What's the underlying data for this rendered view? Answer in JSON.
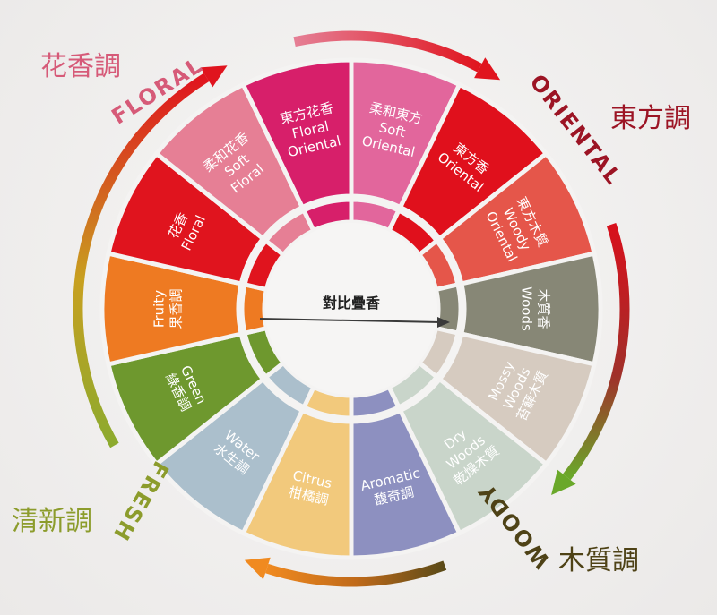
{
  "center": {
    "label": "對比疊香"
  },
  "categories": [
    {
      "en": "FLORAL",
      "zh": "花香調",
      "color": "#d65a78"
    },
    {
      "en": "ORIENTAL",
      "zh": "東方調",
      "color": "#9c1424"
    },
    {
      "en": "WOODY",
      "zh": "木質調",
      "color": "#4e4216"
    },
    {
      "en": "FRESH",
      "zh": "清新調",
      "color": "#8c9c2c"
    }
  ],
  "segments": [
    {
      "lines": [
        "柔和東方",
        "Soft",
        "Oriental"
      ],
      "color": "#e2669c"
    },
    {
      "lines": [
        "東方香",
        "Oriental"
      ],
      "color": "#e0101c"
    },
    {
      "lines": [
        "東方木質",
        "Woody",
        "Oriental"
      ],
      "color": "#e5564a"
    },
    {
      "lines": [
        "木質香",
        "Woods"
      ],
      "color": "#878776"
    },
    {
      "lines": [
        "Mossy",
        "Woods",
        "苔蘚木質"
      ],
      "color": "#d6cbc0"
    },
    {
      "lines": [
        "Dry",
        "Woods",
        "乾燥木質"
      ],
      "color": "#c9d5ca"
    },
    {
      "lines": [
        "Aromatic",
        "馥奇調"
      ],
      "color": "#8d90c0"
    },
    {
      "lines": [
        "Citrus",
        "柑橘調"
      ],
      "color": "#f2c97c"
    },
    {
      "lines": [
        "Water",
        "水生調"
      ],
      "color": "#abbfcc"
    },
    {
      "lines": [
        "Green",
        "綠香調"
      ],
      "color": "#6e982e"
    },
    {
      "lines": [
        "Fruity",
        "果香調"
      ],
      "color": "#ee7a22"
    },
    {
      "lines": [
        "花香",
        "Floral"
      ],
      "color": "#e0141e"
    },
    {
      "lines": [
        "柔和花香",
        "Soft",
        "Floral"
      ],
      "color": "#e67f95"
    },
    {
      "lines": [
        "東方花香",
        "Floral",
        "Oriental"
      ],
      "color": "#d71f6a"
    }
  ]
}
